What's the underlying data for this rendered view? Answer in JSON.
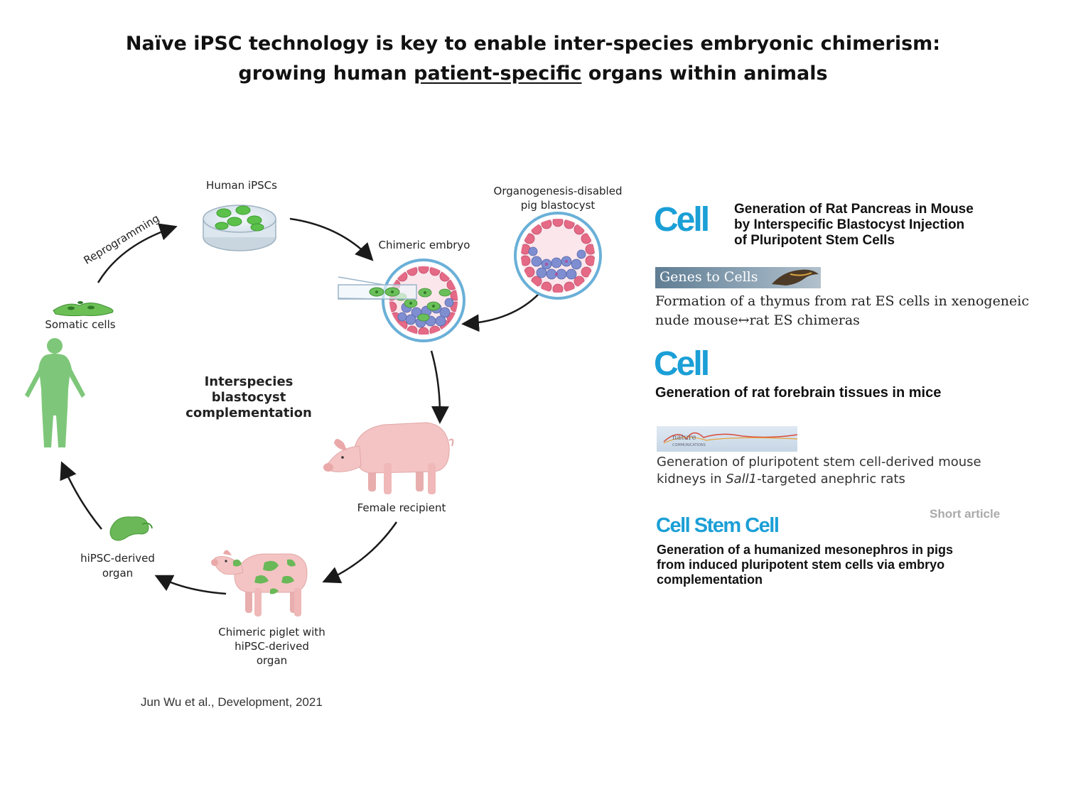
{
  "title": {
    "line1": "Naïve iPSC technology is key to enable inter-species embryonic chimerism:",
    "line2_pre": "growing human ",
    "line2_underlined": "patient-specific",
    "line2_post": " organs within animals"
  },
  "diagram": {
    "human_ipscs": "Human iPSCs",
    "reprogramming": "Reprogramming",
    "somatic_cells": "Somatic cells",
    "organogenesis_line1": "Organogenesis-disabled",
    "organogenesis_line2": "pig blastocyst",
    "chimeric_embryo": "Chimeric embryo",
    "center_line1": "Interspecies",
    "center_line2": "blastocyst",
    "center_line3": "complementation",
    "female_recipient": "Female recipient",
    "hipsc_organ_line1": "hiPSC-derived",
    "hipsc_organ_line2": "organ",
    "piglet_line1": "Chimeric piglet with",
    "piglet_line2": "hiPSC-derived",
    "piglet_line3": "organ",
    "source": "Jun Wu et al., Development, 2021"
  },
  "references": {
    "ref1": {
      "journal": "Cell",
      "line1": "Generation of Rat Pancreas in Mouse",
      "line2": "by Interspecific Blastocyst Injection",
      "line3": "of Pluripotent Stem Cells"
    },
    "ref2": {
      "journal": "Genes to Cells",
      "line1": "Formation of a thymus from rat ES cells in xenogeneic",
      "line2": "nude mouse↔rat ES chimeras"
    },
    "ref3": {
      "journal": "Cell",
      "line1": "Generation of rat forebrain tissues in mice"
    },
    "ref4": {
      "journal_line1": "nature",
      "journal_line2": "COMMUNICATIONS",
      "line1": "Generation of pluripotent stem cell-derived mouse",
      "line2_pre": "kidneys in ",
      "line2_italic": "Sall1",
      "line2_post": "-targeted anephric rats"
    },
    "ref5": {
      "journal": "Cell Stem Cell",
      "tag": "Short article",
      "line1": "Generation of a humanized mesonephros in pigs",
      "line2": "from induced pluripotent stem cells via embryo",
      "line3": "complementation"
    }
  },
  "colors": {
    "cell_blue": "#1b9fd6",
    "ipsc_green": "#5cc14a",
    "figure_green": "#7ec77a",
    "pig_pink": "#f4c4c4",
    "trophoblast_pink": "#e46a86",
    "icm_blue": "#7e8ed0"
  }
}
